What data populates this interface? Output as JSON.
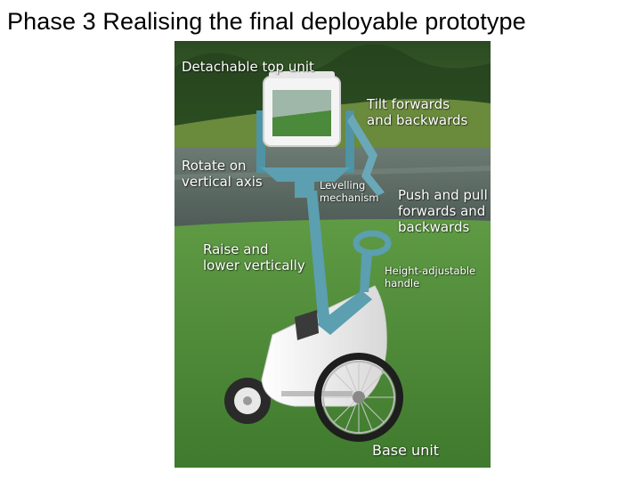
{
  "slide": {
    "title": "Phase 3 Realising the final deployable prototype"
  },
  "photo": {
    "labels": {
      "detachable_top_unit": "Detachable top unit",
      "tilt": "Tilt forwards\nand backwards",
      "rotate": "Rotate on\nvertical axis",
      "levelling": "Levelling\nmechanism",
      "push_pull": "Push and pull\nforwards and\nbackwards",
      "raise_lower": "Raise and\nlower vertically",
      "height_handle": "Height-adjustable\nhandle",
      "base_unit": "Base unit"
    },
    "colors": {
      "device_blue": "#5b9fb0",
      "body_white": "#f2f2f2",
      "grass": "#4f8a3c",
      "water": "#5d6b6a"
    }
  }
}
